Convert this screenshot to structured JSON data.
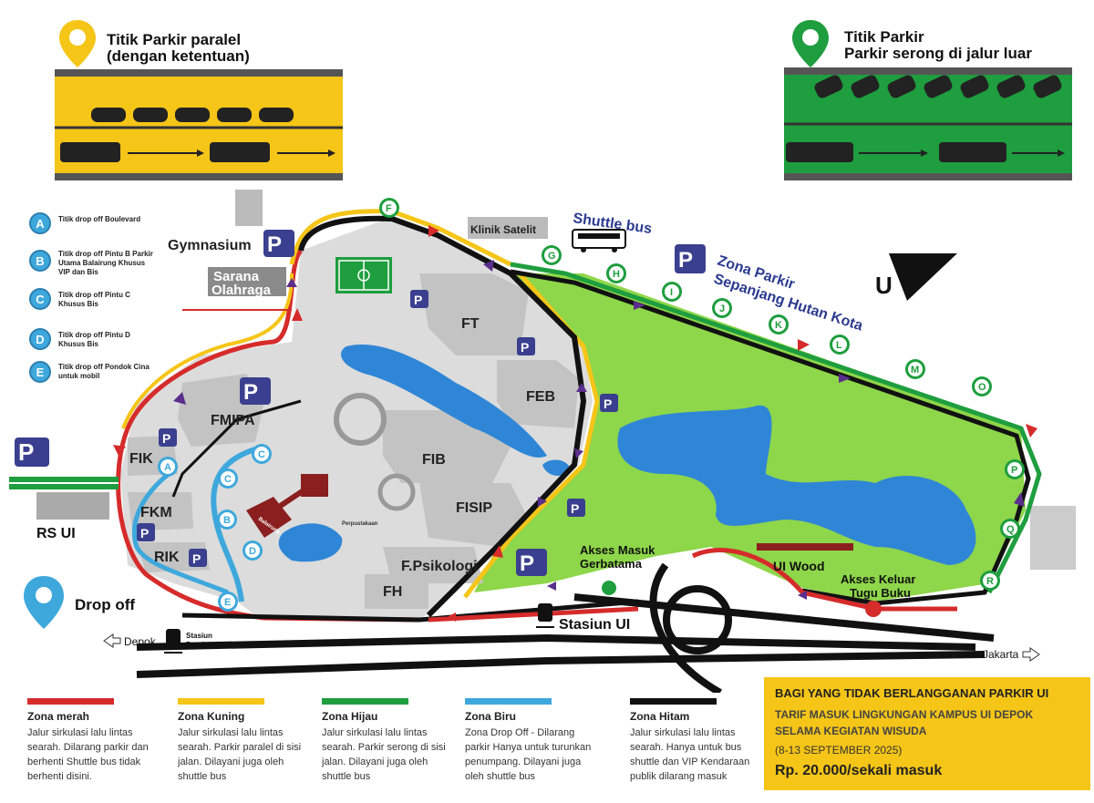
{
  "top_left_title": "Titik Parkir paralel\n(dengan ketentuan)",
  "top_right_title": "Titik Parkir\nParkir serong di jalur luar",
  "drop_off_points": [
    {
      "letter": "A",
      "text": "Titik drop off Boulevard"
    },
    {
      "letter": "B",
      "text": "Titik drop off Pintu B Parkir Utama Balairung Khusus VIP dan Bis"
    },
    {
      "letter": "C",
      "text": "Titik drop off Pintu C Khusus Bis"
    },
    {
      "letter": "D",
      "text": "Titik drop off Pintu D Khusus Bis"
    },
    {
      "letter": "E",
      "text": "Titik drop off Pondok Cina untuk mobil"
    }
  ],
  "map_labels": {
    "gymnasium": "Gymnasium",
    "sarana": "Sarana\nOlahraga",
    "klinik": "Klinik Satelit",
    "shuttle": "Shuttle bus",
    "zona_parkir": "Zona Parkir",
    "sepanjang": "Sepanjang Hutan Kota",
    "north": "U",
    "ft": "FT",
    "feb": "FEB",
    "fmipa": "FMIPA",
    "fik": "FIK",
    "fkm": "FKM",
    "rik": "RIK",
    "fib": "FIB",
    "fisip": "FISIP",
    "fpsi": "F.Psikologi",
    "fh": "FH",
    "rsui": "RS UI",
    "perpus": "Perpustakaan",
    "balairung": "Balairung",
    "akses_masuk": "Akses Masuk\nGerbatama",
    "ui_wood": "UI Wood",
    "akses_keluar": "Akses Keluar\nTugu Buku",
    "stasiun_ui": "Stasiun UI",
    "depok": "Depok",
    "stasiun_pc": "Stasiun\nPondok Cina",
    "jakarta": "Jakarta",
    "drop_off": "Drop off"
  },
  "route_points": [
    "F",
    "G",
    "H",
    "I",
    "J",
    "K",
    "L",
    "M",
    "O",
    "P",
    "Q",
    "R"
  ],
  "legend": [
    {
      "name": "Zona merah",
      "color": "#d62b2b",
      "desc": "Jalur sirkulasi lalu lintas searah. Dilarang parkir dan berhenti Shuttle bus tidak berhenti disini."
    },
    {
      "name": "Zona Kuning",
      "color": "#f5c518",
      "desc": "Jalur sirkulasi lalu lintas searah. Parkir paralel di sisi jalan. Dilayani juga oleh shuttle bus"
    },
    {
      "name": "Zona Hijau",
      "color": "#1e9e3e",
      "desc": "Jalur sirkulasi lalu lintas searah. Parkir serong di sisi jalan. Dilayani juga oleh shuttle bus"
    },
    {
      "name": "Zona Biru",
      "color": "#3ea8dc",
      "desc": "Zona Drop Off - Dilarang parkir Hanya untuk turunkan penumpang. Dilayani juga oleh shuttle bus"
    },
    {
      "name": "Zona Hitam",
      "color": "#111111",
      "desc": "Jalur sirkulasi lalu lintas searah. Hanya untuk bus shuttle dan VIP Kendaraan publik dilarang masuk"
    }
  ],
  "tarif": {
    "title": "BAGI YANG TIDAK BERLANGGANAN PARKIR UI",
    "line1": "TARIF MASUK LINGKUNGAN KAMPUS UI DEPOK",
    "line2": "SELAMA KEGIATAN WISUDA",
    "dates": "(8-13 SEPTEMBER 2025)",
    "price": "Rp. 20.000/sekali masuk"
  },
  "colors": {
    "red": "#d62b2b",
    "yellow": "#f5c518",
    "green": "#1e9e3e",
    "blue": "#3ea8dc",
    "black": "#111111",
    "park": "#3a3f8f",
    "grass": "#8ed64a",
    "water": "#2f86d6",
    "building": "#c9c9c9"
  }
}
